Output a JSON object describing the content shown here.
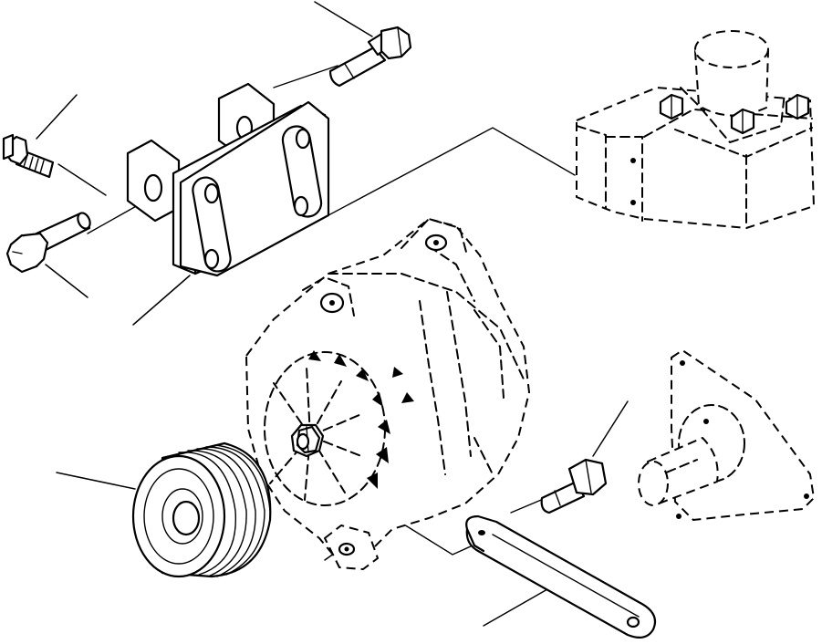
{
  "diagram": {
    "kind": "exploded parts illustration",
    "style": "black line art on white; solid outlines for parts, dashed outlines for reference components",
    "callout_labels": [],
    "parts": [
      {
        "id": "bolt-top",
        "line": "solid"
      },
      {
        "id": "bolt-left-upper",
        "line": "solid"
      },
      {
        "id": "bolt-left-lower",
        "line": "solid"
      },
      {
        "id": "alternator-bracket",
        "line": "solid"
      },
      {
        "id": "thermostat-housing",
        "line": "dashed"
      },
      {
        "id": "alternator",
        "line": "dashed"
      },
      {
        "id": "pulley",
        "line": "solid"
      },
      {
        "id": "adjusting-bolt",
        "line": "solid"
      },
      {
        "id": "adjusting-link",
        "line": "solid"
      },
      {
        "id": "timing-cover-shaft",
        "line": "dashed"
      }
    ],
    "leader_line_count": 8
  }
}
